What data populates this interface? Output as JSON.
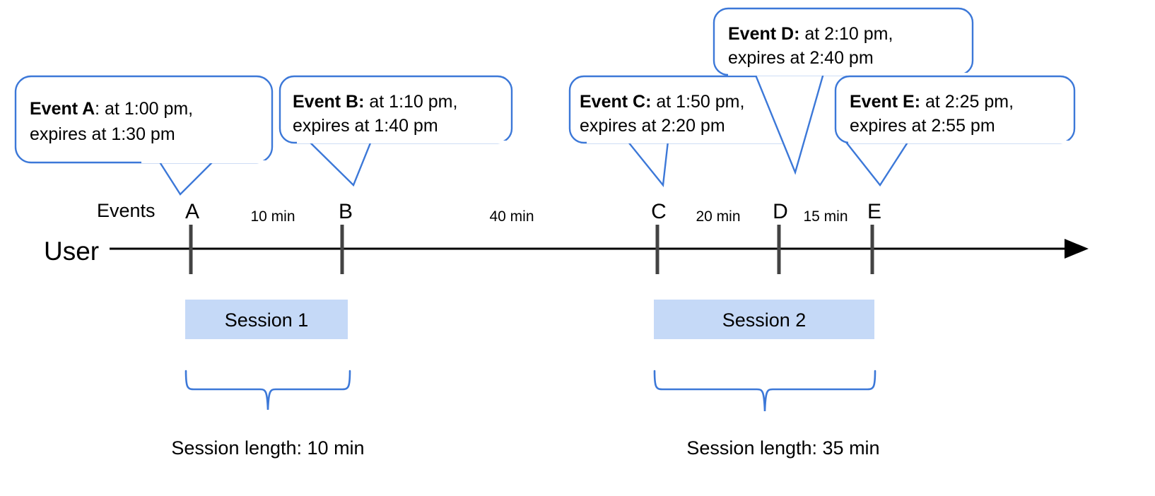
{
  "diagram": {
    "title": "User session timeline with events",
    "colors": {
      "callout_stroke": "#3c78d8",
      "session_fill": "#c5d9f7",
      "axis": "#000000",
      "tick": "#434343",
      "text": "#000000"
    },
    "axis": {
      "user_label": "User",
      "events_label": "Events"
    },
    "events": [
      {
        "letter": "A",
        "title": "Event A",
        "separator": ":",
        "line1_rest": " at 1:00 pm,",
        "line2": "expires at 1:30 pm",
        "time": "1:00 pm",
        "expires": "1:30 pm"
      },
      {
        "letter": "B",
        "title": "Event B",
        "separator": ":",
        "line1_rest": " at 1:10 pm,",
        "line2": "expires at 1:40 pm",
        "time": "1:10 pm",
        "expires": "1:40 pm"
      },
      {
        "letter": "C",
        "title": "Event C",
        "separator": ":",
        "line1_rest": " at 1:50 pm,",
        "line2": "expires at 2:20 pm",
        "time": "1:50 pm",
        "expires": "2:20 pm"
      },
      {
        "letter": "D",
        "title": "Event D",
        "separator": ":",
        "line1_rest": " at 2:10 pm,",
        "line2": "expires at 2:40 pm",
        "time": "2:10 pm",
        "expires": "2:40 pm"
      },
      {
        "letter": "E",
        "title": "Event E",
        "separator": ":",
        "line1_rest": " at 2:25 pm,",
        "line2": "expires at 2:55 pm",
        "time": "2:25 pm",
        "expires": "2:55 pm"
      }
    ],
    "gaps": [
      {
        "id": "a-to-b",
        "label": "10 min"
      },
      {
        "id": "b-to-c",
        "label": "40 min"
      },
      {
        "id": "c-to-d",
        "label": "20 min"
      },
      {
        "id": "d-to-e",
        "label": "15 min"
      }
    ],
    "sessions": [
      {
        "id": "session-1",
        "label": "Session 1",
        "length_label": "Session length: 10 min"
      },
      {
        "id": "session-2",
        "label": "Session 2",
        "length_label": "Session length: 35 min"
      }
    ]
  }
}
